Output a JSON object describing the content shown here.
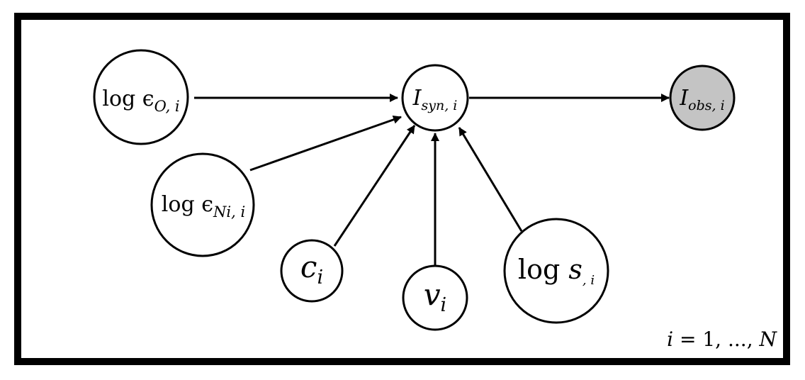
{
  "plate": {
    "index_label": {
      "var": "i",
      "eq": " = 1, ..., ",
      "upper": "N"
    }
  },
  "nodes": {
    "log_eps_O": {
      "func": "log ",
      "sym": "ϵ",
      "sub": "O, i",
      "observed": false
    },
    "log_eps_Ni": {
      "func": "log ",
      "sym": "ϵ",
      "sub": "Ni, i",
      "observed": false
    },
    "c": {
      "sym": "c",
      "sub": "i",
      "observed": false
    },
    "v": {
      "sym": "v",
      "sub": "i",
      "observed": false
    },
    "log_s": {
      "func": "log ",
      "sym": "s",
      "sub": ", i",
      "observed": false
    },
    "I_syn": {
      "sym": "I",
      "sub": "syn, i",
      "observed": false
    },
    "I_obs": {
      "sym": "I",
      "sub": "obs, i",
      "observed": true
    }
  },
  "edges": [
    {
      "from": "log_eps_O",
      "to": "I_syn"
    },
    {
      "from": "log_eps_Ni",
      "to": "I_syn"
    },
    {
      "from": "c",
      "to": "I_syn"
    },
    {
      "from": "v",
      "to": "I_syn"
    },
    {
      "from": "log_s",
      "to": "I_syn"
    },
    {
      "from": "I_syn",
      "to": "I_obs"
    }
  ],
  "colors": {
    "stroke": "#000000",
    "observed_fill": "#c4c4c4",
    "background": "#ffffff"
  }
}
